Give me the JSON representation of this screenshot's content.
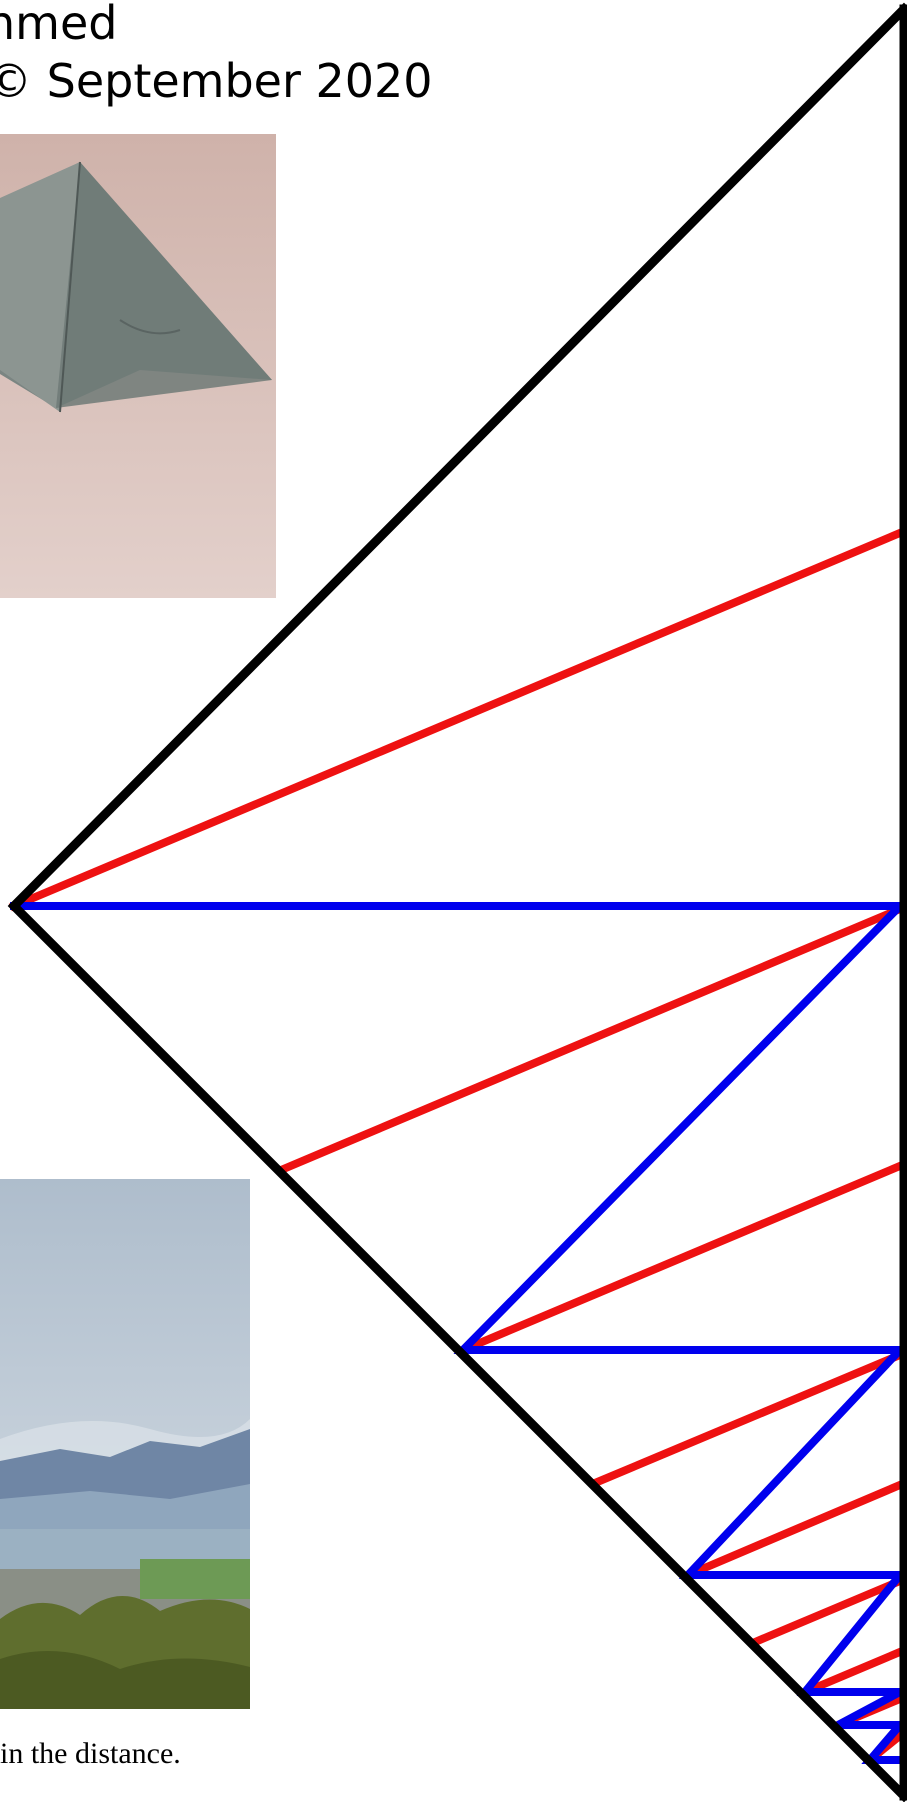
{
  "header": {
    "line1": "nmed",
    "line2": "© September 2020"
  },
  "images": {
    "origami_photo": "folded grey paper origami photo",
    "landscape_photo": "mountain valley town landscape photo"
  },
  "caption": "in the distance.",
  "colors": {
    "outline": "#000000",
    "red_lines": "#ee1111",
    "blue_lines": "#0000ee"
  }
}
